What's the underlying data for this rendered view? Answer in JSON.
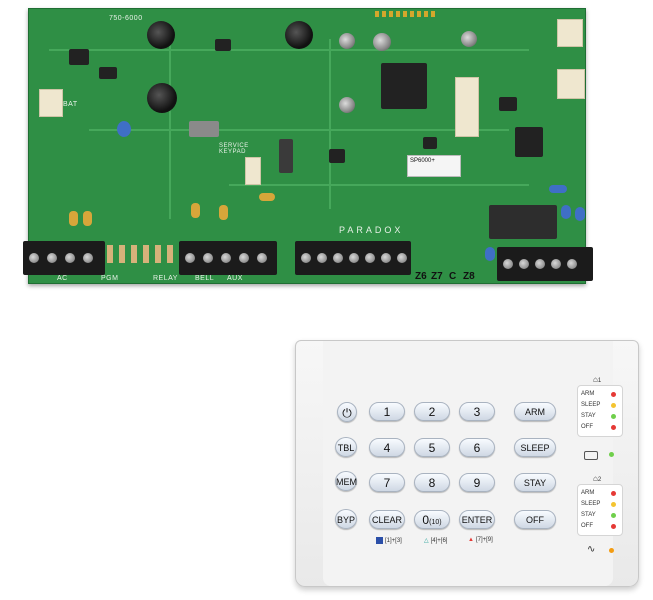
{
  "pcb": {
    "board_code": "750-6000",
    "brand": "PARADOX",
    "model_label": "SP6000+",
    "silk_left_top": "BAT",
    "silk_bottom": [
      "AC",
      "PGM",
      "RELAY",
      "BELL",
      "AUX"
    ],
    "service_label": "SERVICE KEYPAD",
    "zone_labels": [
      "Z6",
      "Z7",
      "C",
      "Z8"
    ]
  },
  "keypad": {
    "keys": {
      "power": "⏻",
      "tbl": "TBL",
      "mem": "MEM",
      "byp": "BYP",
      "k1": "1",
      "k2": "2",
      "k3": "3",
      "k4": "4",
      "k5": "5",
      "k6": "6",
      "k7": "7",
      "k8": "8",
      "k9": "9",
      "clear": "CLEAR",
      "k0": "0",
      "k0_sub": "(10)",
      "enter": "ENTER",
      "arm": "ARM",
      "sleep": "SLEEP",
      "stay": "STAY",
      "off": "OFF"
    },
    "area1": {
      "number": "1",
      "labels": [
        "ARM",
        "SLEEP",
        "STAY",
        "OFF"
      ]
    },
    "area2": {
      "number": "2",
      "labels": [
        "ARM",
        "SLEEP",
        "STAY",
        "OFF"
      ]
    },
    "legend": [
      "[1]+[3]",
      "[4]+[6]",
      "[7]+[9]"
    ],
    "colors": {
      "led_red": "#e53935",
      "led_yellow": "#f4c430",
      "led_green": "#6fcf4b",
      "led_orange": "#f39c12"
    }
  }
}
